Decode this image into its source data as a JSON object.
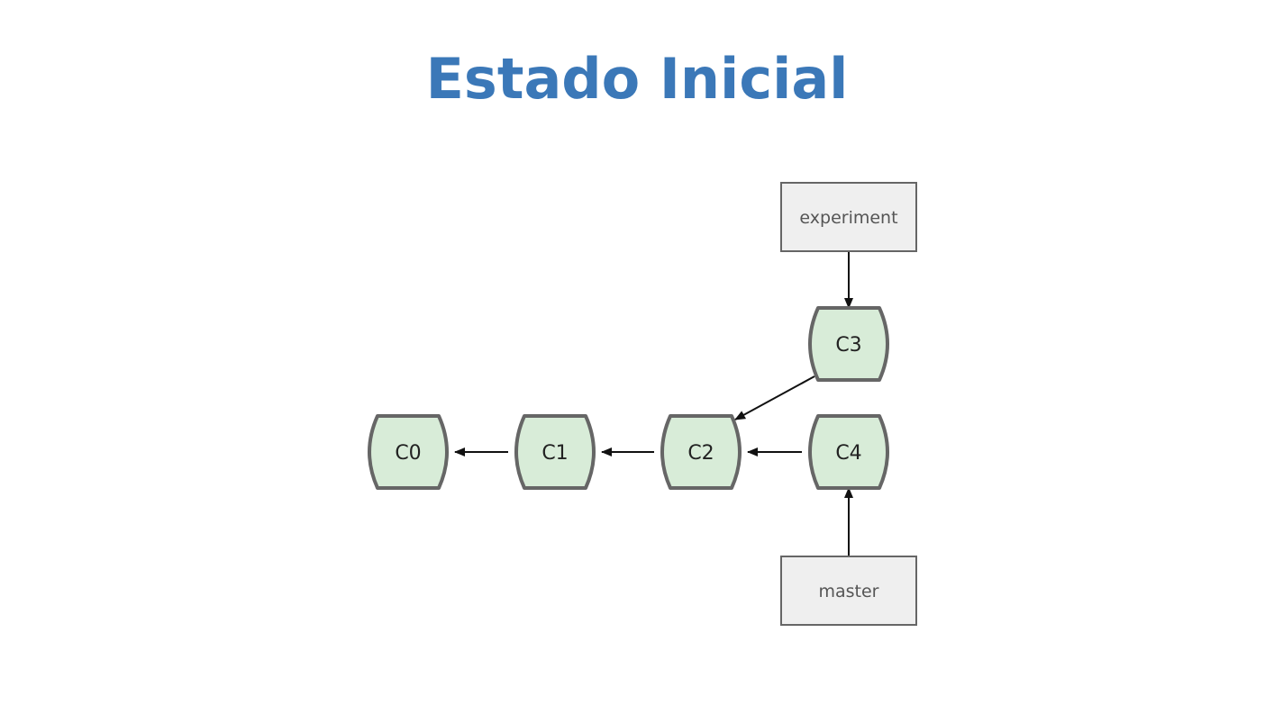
{
  "title": "Estado Inicial",
  "colors": {
    "title": "#3b78b8",
    "commit_fill": "#d8ecd8",
    "commit_stroke": "#666666",
    "ref_fill": "#efefef",
    "ref_stroke": "#666666",
    "arrow": "#111111"
  },
  "diagram": {
    "commits": [
      {
        "id": "C0",
        "label": "C0"
      },
      {
        "id": "C1",
        "label": "C1"
      },
      {
        "id": "C2",
        "label": "C2"
      },
      {
        "id": "C3",
        "label": "C3"
      },
      {
        "id": "C4",
        "label": "C4"
      }
    ],
    "refs": [
      {
        "id": "experiment",
        "label": "experiment"
      },
      {
        "id": "master",
        "label": "master"
      }
    ],
    "edges": [
      {
        "from": "C1",
        "to": "C0"
      },
      {
        "from": "C2",
        "to": "C1"
      },
      {
        "from": "C4",
        "to": "C2"
      },
      {
        "from": "C3",
        "to": "C2"
      },
      {
        "from": "experiment",
        "to": "C3"
      },
      {
        "from": "master",
        "to": "C4"
      }
    ]
  }
}
